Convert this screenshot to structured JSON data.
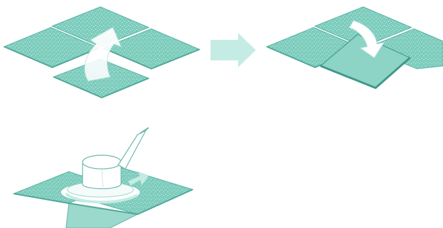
{
  "diagram": {
    "panels": [
      {
        "name": "lift-tile-step",
        "arrow": "arrow-up-icon"
      },
      {
        "name": "lay-new-tile-step",
        "arrow": "arrow-down-icon"
      },
      {
        "name": "heat-adhesive-step",
        "tool": "heat-gun-icon"
      }
    ],
    "transition_arrow": "arrow-right-icon"
  },
  "colors": {
    "tile": "#7fcfc0",
    "tile_edge": "#5fb7a7",
    "tile_speckle": "#d9f1ec",
    "tile_gap": "#ffffff",
    "new_tile": "#8dd4c6",
    "arrow": "#c5ece4",
    "tool_body": "#ffffff",
    "tool_outline": "#6ab8ab"
  }
}
